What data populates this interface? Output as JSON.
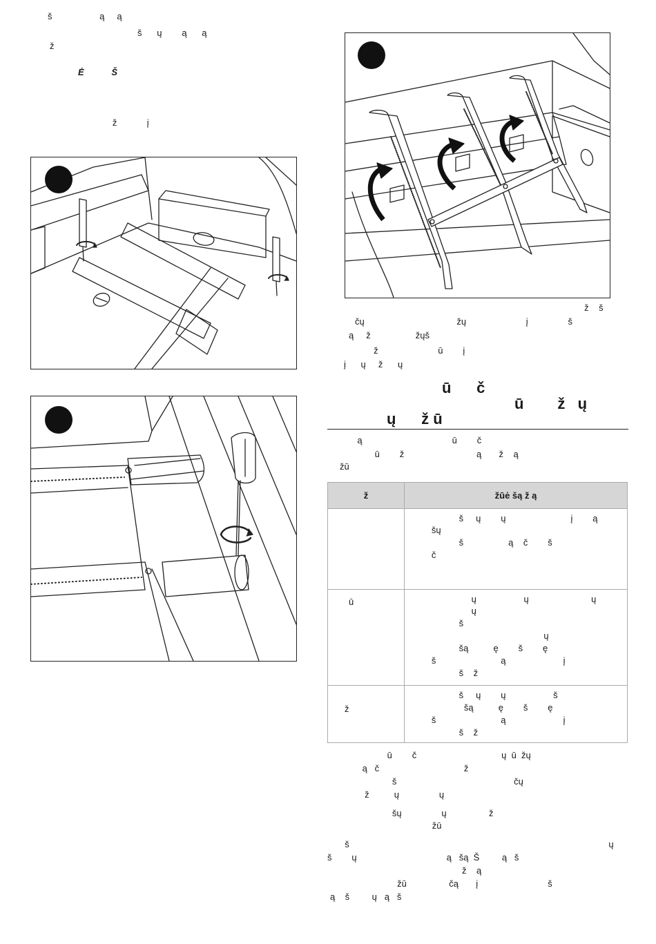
{
  "left_text": {
    "line1": "š                   ą     ą",
    "line2": "                                    š      ų        ą      ą",
    "line3": "ž",
    "warning": "Ė           Š",
    "line5": "                          ž            į"
  },
  "right_paragraph_1": [
    "                                                                                               ž    š",
    "čų                                     žų                        į                š",
    "ą     ž                  žųš",
    "          ž                        ū        į",
    "į      ų     ž      ų"
  ],
  "heading": {
    "line1": "ū      č",
    "line2": "ū        ž   ų",
    "line3": "ų      ž ū"
  },
  "intro_text": [
    "            ą                                    ū        č",
    "                   ū        ž                             ą       ž    ą",
    "žū"
  ],
  "table": {
    "header_col1": "ž",
    "header_col2": "žūė   šą       ž    ą",
    "rows": [
      {
        "col1": [
          ""
        ],
        "col2": [
          "                   š     ų        ų                          į        ą",
          "        šų",
          "                   š                  ą    č        š",
          "        č"
        ]
      },
      {
        "col1": [
          "ū"
        ],
        "col2": [
          "                        ų                   ų                         ų",
          "                        ų",
          "                   š",
          "                                                     ų",
          "                   šą          ę        š        ę",
          "        š                          ą                       į",
          "                   š    ž"
        ]
      },
      {
        "col1": [
          "ž"
        ],
        "col2": [
          "                   š     ų        ų                   š",
          "                     šą          ę        š        ę",
          "        š                          ą                       į",
          "                   š    ž"
        ]
      }
    ]
  },
  "after_table_1": [
    "                        ū        č                                  ų  ū  žų",
    "              ą   č                                  ž",
    "                          š                                               čų",
    "               ž          ų                ų"
  ],
  "after_table_2": [
    "                          šų                ų                 ž",
    "                                          žū"
  ],
  "after_table_3": [
    "       š                                                                                                        ų",
    "š        ų                                    ą   šą  Š         ą   š",
    "                                                      ž    ą",
    "                            žū                 čą       į                            š",
    "ą    š         ų   ą   š"
  ]
}
